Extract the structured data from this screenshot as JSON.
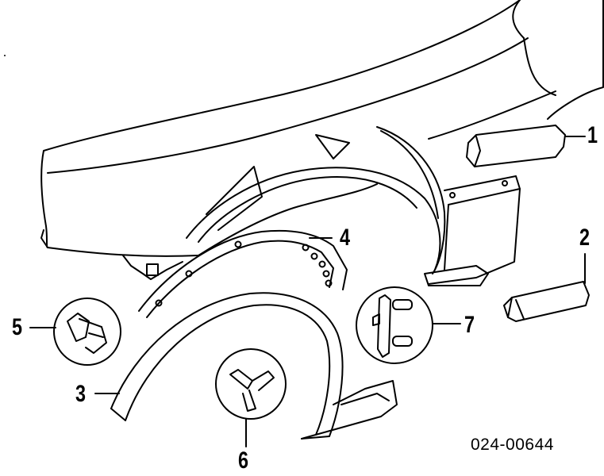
{
  "callouts": {
    "c1": "1",
    "c2": "2",
    "c3": "3",
    "c4": "4",
    "c5": "5",
    "c6": "6",
    "c7": "7"
  },
  "diagram_code": "024-00644"
}
